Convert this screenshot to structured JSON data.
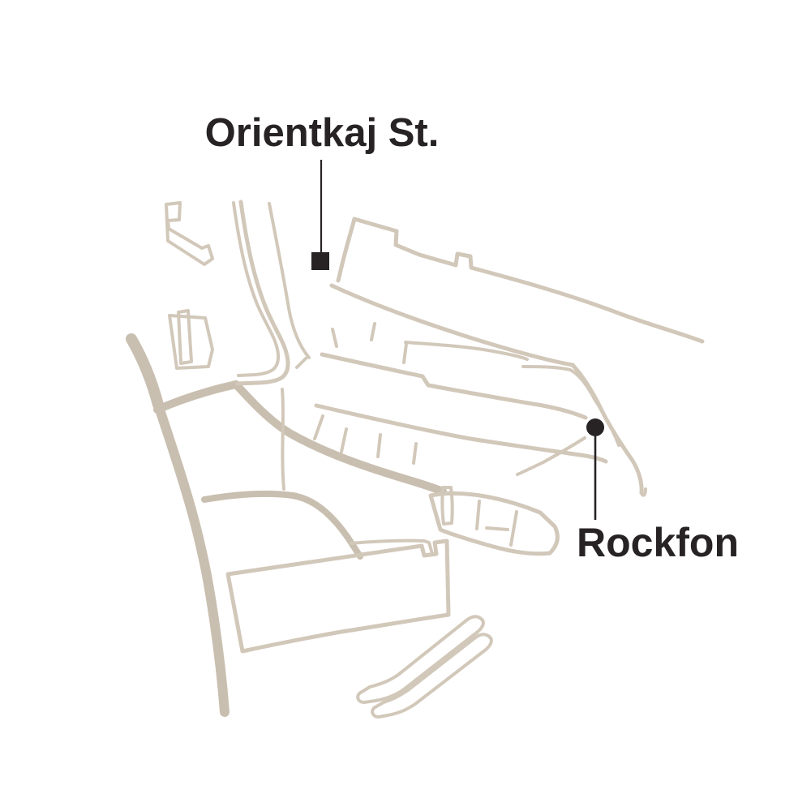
{
  "map": {
    "colors": {
      "background": "#ffffff",
      "line": "#d2c8ba",
      "road": "#c9bfb0",
      "ink": "#272324"
    },
    "labels": {
      "orientkaj": {
        "text": "Orientkaj St.",
        "marker": "square"
      },
      "rockfon": {
        "text": "Rockfon",
        "marker": "circle"
      }
    }
  }
}
